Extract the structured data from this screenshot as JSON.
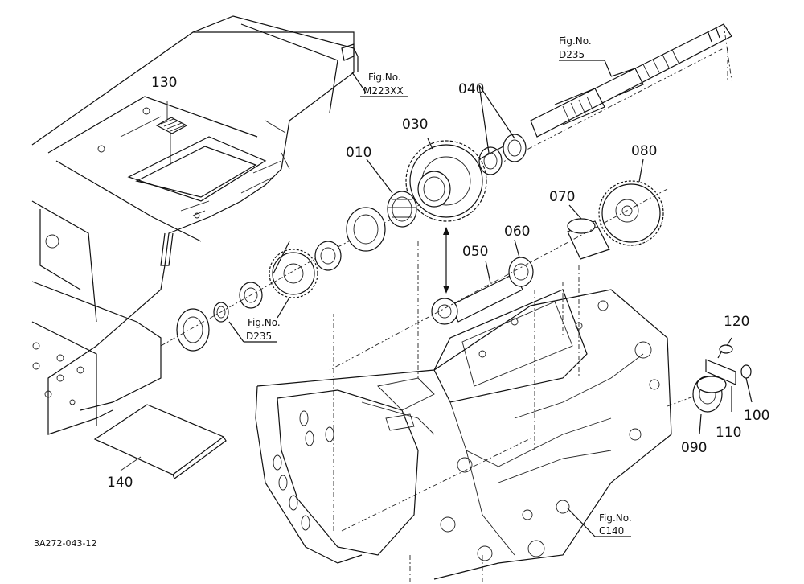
{
  "parts": {
    "p010": "010",
    "p030": "030",
    "p040": "040",
    "p050": "050",
    "p060": "060",
    "p070": "070",
    "p080": "080",
    "p090": "090",
    "p100": "100",
    "p110": "110",
    "p120": "120",
    "p130": "130",
    "p140": "140"
  },
  "figure_refs": {
    "m223": {
      "line1": "Fig.No.",
      "line2": "M223XX"
    },
    "d235_top": {
      "line1": "Fig.No.",
      "line2": "D235"
    },
    "d235_left": {
      "line1": "Fig.No.",
      "line2": "D235"
    },
    "c140": {
      "line1": "Fig.No.",
      "line2": "C140"
    }
  },
  "drawing_code": "3A272-043-12"
}
